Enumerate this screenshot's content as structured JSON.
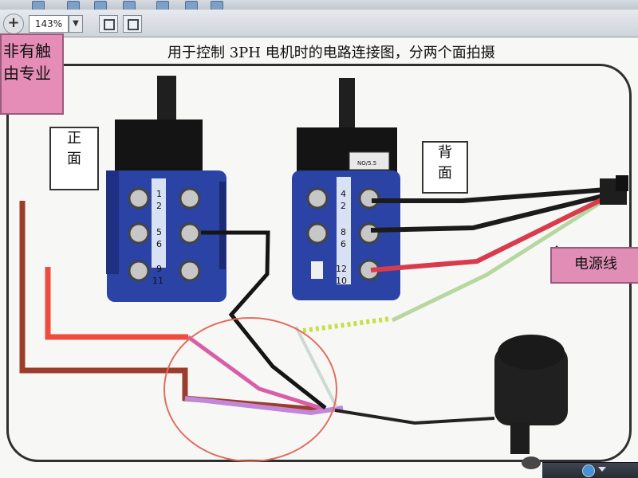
{
  "toolbar": {
    "zoom_value": "143%",
    "zoom_in_label": "+"
  },
  "document": {
    "title": "用于控制 3PH 电机时的电路连接图，分两个面拍摄",
    "front_label_line1": "正",
    "front_label_line2": "面",
    "back_label_line1": "背",
    "back_label_line2": "面",
    "pink_note_line1": "非有触",
    "pink_note_line2": "由专业",
    "power_label": "电源线",
    "module_badge": "NO/5.5",
    "front_terminals": [
      "1",
      "2",
      "5",
      "6",
      "9",
      "11"
    ],
    "back_terminals": [
      "4",
      "2",
      "8",
      "6",
      "12",
      "10"
    ]
  },
  "icons": {
    "zoom": "plus-icon",
    "dropdown": "chevron-down-icon",
    "fit_page": "fit-page-icon",
    "fit_width": "fit-width-icon",
    "help": "help-icon",
    "cursor": "hand-cursor-icon"
  }
}
